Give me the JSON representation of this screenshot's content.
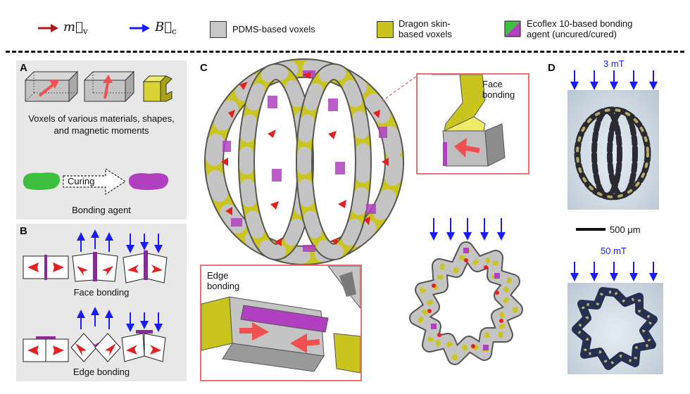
{
  "legend": {
    "magnetization_symbol": "m⃗",
    "magnetization_sub": "v",
    "field_symbol": "B⃗",
    "field_sub": "c",
    "pdms_label": "PDMS-based voxels",
    "dragon_label_line1": "Dragon skin-",
    "dragon_label_line2": "based voxels",
    "ecoflex_label_line1": "Ecoflex 10-based bonding",
    "ecoflex_label_line2": "agent (uncured/cured)"
  },
  "panels": {
    "A": {
      "label": "A",
      "voxels_caption_line1": "Voxels of various materials, shapes,",
      "voxels_caption_line2": "and magnetic moments",
      "curing_label": "Curing",
      "bonding_agent_caption": "Bonding agent"
    },
    "B": {
      "label": "B",
      "face_bonding_caption": "Face bonding",
      "edge_bonding_caption": "Edge bonding"
    },
    "C": {
      "label": "C",
      "face_bonding_inset_line1": "Face",
      "face_bonding_inset_line2": "bonding",
      "edge_bonding_inset_line1": "Edge",
      "edge_bonding_inset_line2": "bonding"
    },
    "D": {
      "label": "D",
      "field_top": "3 mT",
      "field_bottom": "50 mT",
      "scale_bar": "500 μm"
    }
  },
  "colors": {
    "magnetization_arrow": "#a81c1c",
    "field_arrow": "#1a1aff",
    "pdms_voxel": "#c8c8c8",
    "dragon_skin_voxel": "#c9c41e",
    "ecoflex_uncured": "#3fbf3f",
    "ecoflex_cured": "#b040c0",
    "inset_border": "#e87070",
    "panel_bg": "#e8e8e8"
  }
}
